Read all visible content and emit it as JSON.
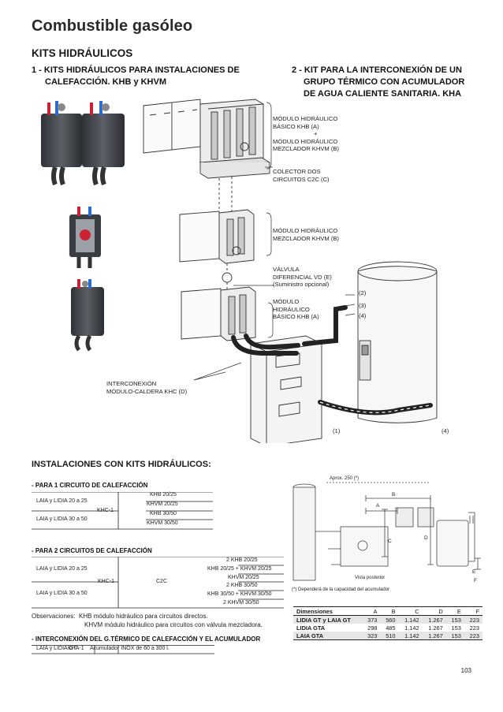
{
  "page_title": "Combustible gasóleo",
  "section_title": "KITS HIDRÁULICOS",
  "section1": {
    "line1": "1 - KITS HIDRÁULICOS PARA INSTALACIONES DE",
    "line2": "CALEFACCIÓN. KHB y KHVM"
  },
  "section2": {
    "line1": "2 - KIT PARA LA INTERCONEXIÓN DE UN",
    "line2": "GRUPO TÉRMICO CON ACUMULADOR",
    "line3": "DE AGUA CALIENTE SANITARIA. KHA"
  },
  "callouts": {
    "modulo_khb_a_1": "MÓDULO HIDRÁULICO",
    "modulo_khb_a_2": "BÁSICO KHB (A)",
    "plus": "+",
    "modulo_khvm_b_1": "MÓDULO HIDRÁULICO",
    "modulo_khvm_b_2": "MEZCLADOR KHVM (B)",
    "colector_1": "COLECTOR DOS",
    "colector_2": "CIRCUITOS C2C (C)",
    "mezclador_1": "MÓDULO HIDRÁULICO",
    "mezclador_2": "MEZCLADOR KHVM (B)",
    "valvula_1": "VÁLVULA",
    "valvula_2": "DIFERENCIAL VD (E)",
    "valvula_3": "(Suministro opcional)",
    "basico_1": "MÓDULO",
    "basico_2": "HIDRÁULICO",
    "basico_3": "BÁSICO KHB (A)",
    "n2": "(2)",
    "n3": "(3)",
    "n4": "(4)",
    "n1": "(1)",
    "n4b": "(4)",
    "interconexion_1": "INTERCONEXIÓN",
    "interconexion_2": "MÓDULO-CALDERA KHC (D)"
  },
  "installations": {
    "heading": "INSTALACIONES CON KITS HIDRÁULICOS:",
    "one_circuit": {
      "heading": "- PARA 1 CIRCUITO DE CALEFACCIÓN",
      "row1": "LAIA y LIDIA 20 a 25",
      "row2": "LAIA y LIDIA 30 a 50",
      "kit": "KHC-1",
      "opts": [
        "KHB 20/25",
        "KHVM 20/25",
        "KHB 30/50",
        "KHVM 30/50"
      ]
    },
    "two_circuits": {
      "heading": "- PARA 2 CIRCUITOS DE CALEFACCIÓN",
      "row1": "LAIA y LIDIA 20 a 25",
      "row2": "LAIA y LIDIA 30 a 50",
      "kit": "KHC-1",
      "collector": "C2C",
      "opts": [
        "2 KHB 20/25",
        "KHB 20/25 + KHVM 20/25",
        "KHVM 20/25",
        "2 KHB 30/50",
        "KHB 30/50 + KHVM 30/50",
        "2 KHVM 30/50"
      ]
    },
    "obs_label": "Observaciones:",
    "obs1": "KHB módulo hidráulico para circuitos directos.",
    "obs2": "KHVM módulo hidráulico para circuitos con válvula mezcladora.",
    "inter": {
      "heading": "- INTERCONEXIÓN DEL G.TÉRMICO DE CALEFACCIÓN Y EL ACUMULADOR",
      "col1": "LAIA y LIDIA GT",
      "col2": "KHA-1",
      "col3": "Acumulador INOX de 60 a 300 l."
    }
  },
  "dimensions_figure": {
    "approx": "Aprox. 250 (*)",
    "A": "A",
    "B": "B",
    "C": "C",
    "D": "D",
    "E": "E",
    "F": "F",
    "rear_view": "Vista posterior",
    "note": "(*) Dependerá de la capacidad del acumulador"
  },
  "dims_table": {
    "header": [
      "Dimensiones",
      "A",
      "B",
      "C",
      "D",
      "E",
      "F"
    ],
    "rows": [
      [
        "LIDIA GT y LAIA GT",
        "373",
        "560",
        "1.142",
        "1.267",
        "153",
        "223"
      ],
      [
        "LIDIA GTA",
        "298",
        "485",
        "1.142",
        "1.267",
        "153",
        "223"
      ],
      [
        "LAIA GTA",
        "323",
        "510",
        "1.142",
        "1.267",
        "153",
        "223"
      ]
    ]
  },
  "page_number": "103"
}
